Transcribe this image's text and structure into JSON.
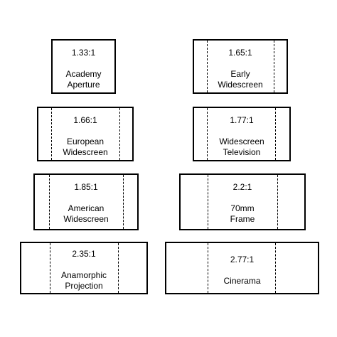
{
  "formats": [
    {
      "ratio": "1.33:1",
      "name": "Academy\nAperture"
    },
    {
      "ratio": "1.65:1",
      "name": "Early\nWidescreen"
    },
    {
      "ratio": "1.66:1",
      "name": "European\nWidescreen"
    },
    {
      "ratio": "1.77:1",
      "name": "Widescreen\nTelevision"
    },
    {
      "ratio": "1.85:1",
      "name": "American\nWidescreen"
    },
    {
      "ratio": "2.2:1",
      "name": "70mm\nFrame"
    },
    {
      "ratio": "2.35:1",
      "name": "Anamorphic\nProjection"
    },
    {
      "ratio": "2.77:1",
      "name": "Cinerama"
    }
  ]
}
